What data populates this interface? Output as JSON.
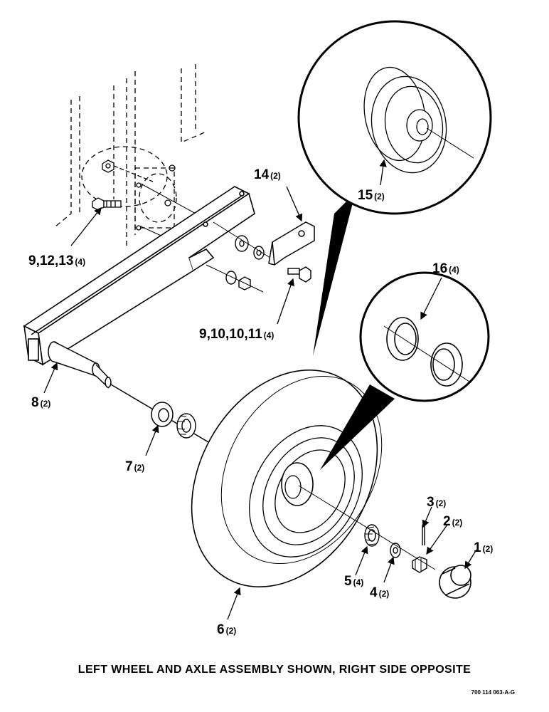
{
  "figure": {
    "caption": "LEFT WHEEL AND AXLE ASSEMBLY SHOWN, RIGHT SIDE OPPOSITE",
    "drawing_code": "700 114 063-A-G"
  },
  "callouts": {
    "c1": {
      "num": "1",
      "qty": "(2)"
    },
    "c2": {
      "num": "2",
      "qty": "(2)"
    },
    "c3": {
      "num": "3",
      "qty": "(2)"
    },
    "c4": {
      "num": "4",
      "qty": "(2)"
    },
    "c5": {
      "num": "5",
      "qty": "(4)"
    },
    "c6": {
      "num": "6",
      "qty": "(2)"
    },
    "c7": {
      "num": "7",
      "qty": "(2)"
    },
    "c8": {
      "num": "8",
      "qty": "(2)"
    },
    "c9a": {
      "num": "9,12,13",
      "qty": "(4)"
    },
    "c9b": {
      "num": "9,10,10,11",
      "qty": "(4)"
    },
    "c14": {
      "num": "14",
      "qty": "(2)"
    },
    "c15": {
      "num": "15",
      "qty": "(2)"
    },
    "c16": {
      "num": "16",
      "qty": "(4)"
    }
  },
  "colors": {
    "ink": "#000000",
    "paper": "#ffffff"
  }
}
